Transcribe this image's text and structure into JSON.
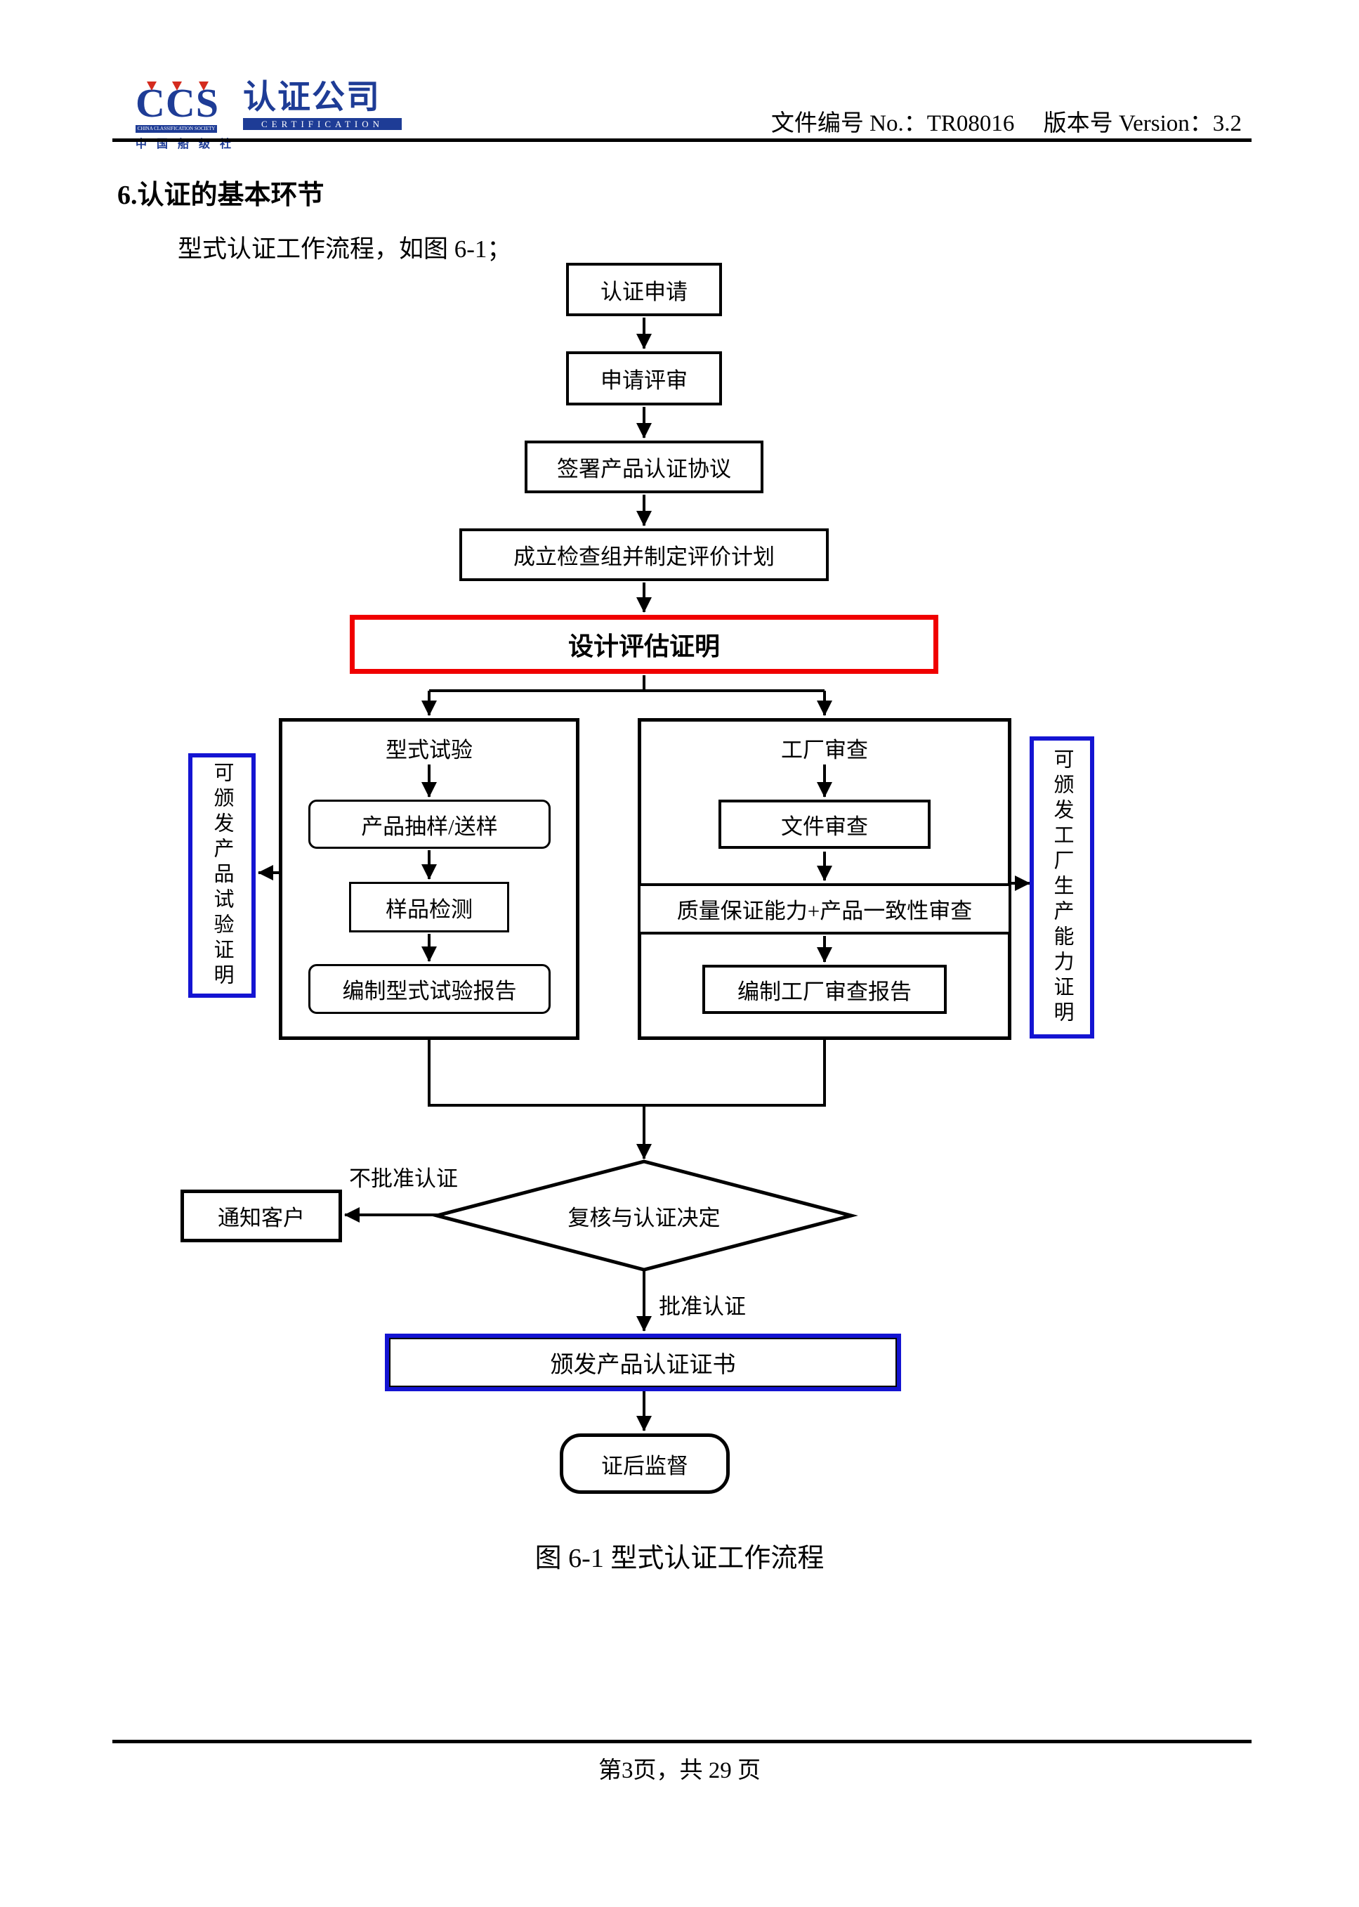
{
  "header": {
    "logo": {
      "ccs": "CCS",
      "company_cn": "认证公司",
      "society_en": "CHINA CLASSIFICATION SOCIETY",
      "society_cn": "中 国 船 级 社",
      "certification_en": "CERTIFICATION"
    },
    "doc_info": "文件编号 No.：TR08016　 版本号 Version：3.2"
  },
  "body": {
    "section_title": "6.认证的基本环节",
    "intro": "型式认证工作流程，如图 6-1；",
    "caption": "图 6-1 型式认证工作流程"
  },
  "flowchart": {
    "apply": "认证申请",
    "app_review": "申请评审",
    "sign_agreement": "签署产品认证协议",
    "setup_team": "成立检查组并制定评价计划",
    "design_eval": "设计评估证明",
    "type_test": {
      "title": "型式试验",
      "sampling": "产品抽样/送样",
      "testing": "样品检测",
      "report": "编制型式试验报告"
    },
    "factory_audit": {
      "title": "工厂审查",
      "doc_review": "文件审查",
      "qa_review": "质量保证能力+产品一致性审查",
      "report": "编制工厂审查报告"
    },
    "left_note": "可颁发产品试验证明",
    "right_note": "可颁发工厂生产能力证明",
    "decision": "复核与认证决定",
    "notify": "通知客户",
    "reject_label": "不批准认证",
    "approve_label": "批准认证",
    "issue_cert": "颁发产品认证证书",
    "post_supervision": "证后监督"
  },
  "footer": {
    "page_info": "第3页，共 29 页"
  },
  "colors": {
    "accent_red": "#f00000",
    "accent_blue": "#1414d2",
    "logo_blue": "#1e3c96",
    "line": "#000000"
  }
}
